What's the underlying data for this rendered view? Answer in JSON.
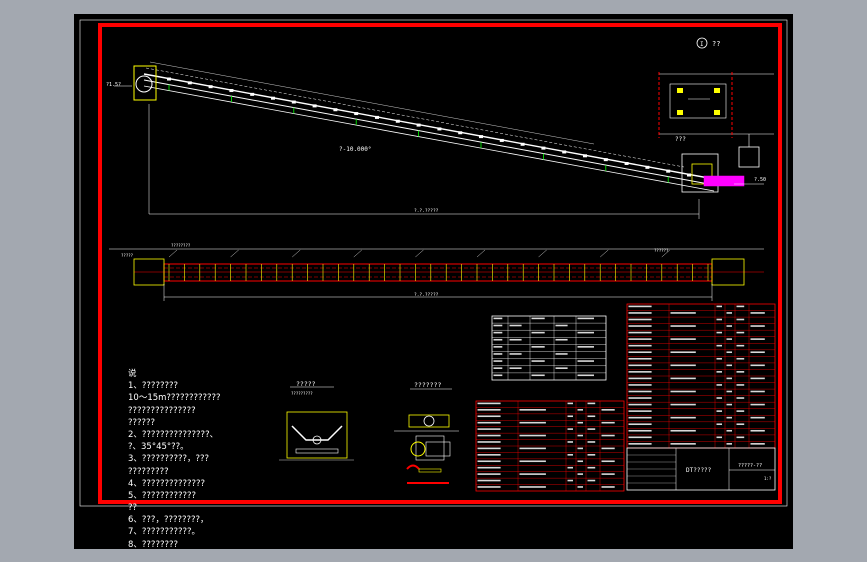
{
  "drawing": {
    "detail_label_I": "??",
    "section_label_top_right": "???",
    "elev_left": "?1.5?",
    "elev_right": "?.50",
    "angle_label": "?-10.000°",
    "length_label": "?.?.?????",
    "length_label_plan": "?.?.?????",
    "callout_1": "????????",
    "callout_2": "??????",
    "callout_3": "?????",
    "section_A_title": "?????",
    "section_A_subtitle": "?????????",
    "section_B_title": "???????",
    "title_block_code": "DT?????",
    "title_block_drawing_no": "?????-??",
    "title_block_sheet": "1:?"
  },
  "notes": [
    "说",
    "1、????????",
    "10～15m????????????",
    "???????????????",
    "??????",
    "2、???????????????、",
    "?、35°45°??。",
    "3、??????????，???",
    "?????????",
    "4、??????????????",
    "5、????????????",
    "??",
    "6、???，????????，",
    "7、???????????。",
    "8、????????"
  ],
  "colors": {
    "frame": "#ff0000",
    "drawing": "#ffffff",
    "accent": "#ffff00",
    "magenta": "#ff00ff",
    "green": "#00ff00",
    "cyan": "#00ffff"
  }
}
